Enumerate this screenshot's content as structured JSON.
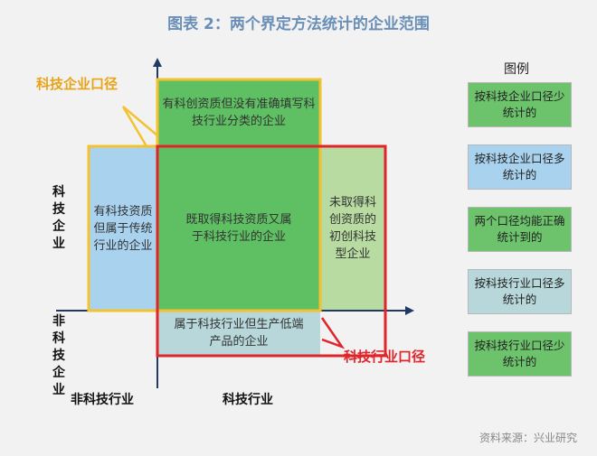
{
  "title": "图表 2：两个界定方法统计的企业范围",
  "callouts": {
    "tech_enterprise": "科技企业口径",
    "tech_industry": "科技行业口径"
  },
  "axis": {
    "y_top": "科技企业",
    "y_bottom": "非科技企业",
    "x_left": "非科技行业",
    "x_right": "科技行业"
  },
  "boxes": {
    "top": "有科创资质但没有准确填写科技行业分类的企业",
    "left": "有科技资质但属于传统行业的企业",
    "center": "既取得科技资质又属于科技行业的企业",
    "right": "未取得科创资质的初创科技型企业",
    "bottom": "属于科技行业但生产低端产品的企业"
  },
  "legend": {
    "title": "图例",
    "items": [
      {
        "label": "按科技企业口径少统计的",
        "color": "#6cc36c"
      },
      {
        "label": "按科技企业口径多统计的",
        "color": "#a9d2ef"
      },
      {
        "label": "两个口径均能正确统计到的",
        "color": "#6cc36c"
      },
      {
        "label": "按科技行业口径多统计的",
        "color": "#b7d7da"
      },
      {
        "label": "按科技行业口径少统计的",
        "color": "#6cc36c"
      }
    ]
  },
  "colors": {
    "yellow_border": "#f2c230",
    "red_border": "#e0242a",
    "callout_yellow": "#e8a317",
    "callout_red": "#e0242a",
    "axis": "#1f3b63"
  },
  "source": "资料来源：兴业研究"
}
